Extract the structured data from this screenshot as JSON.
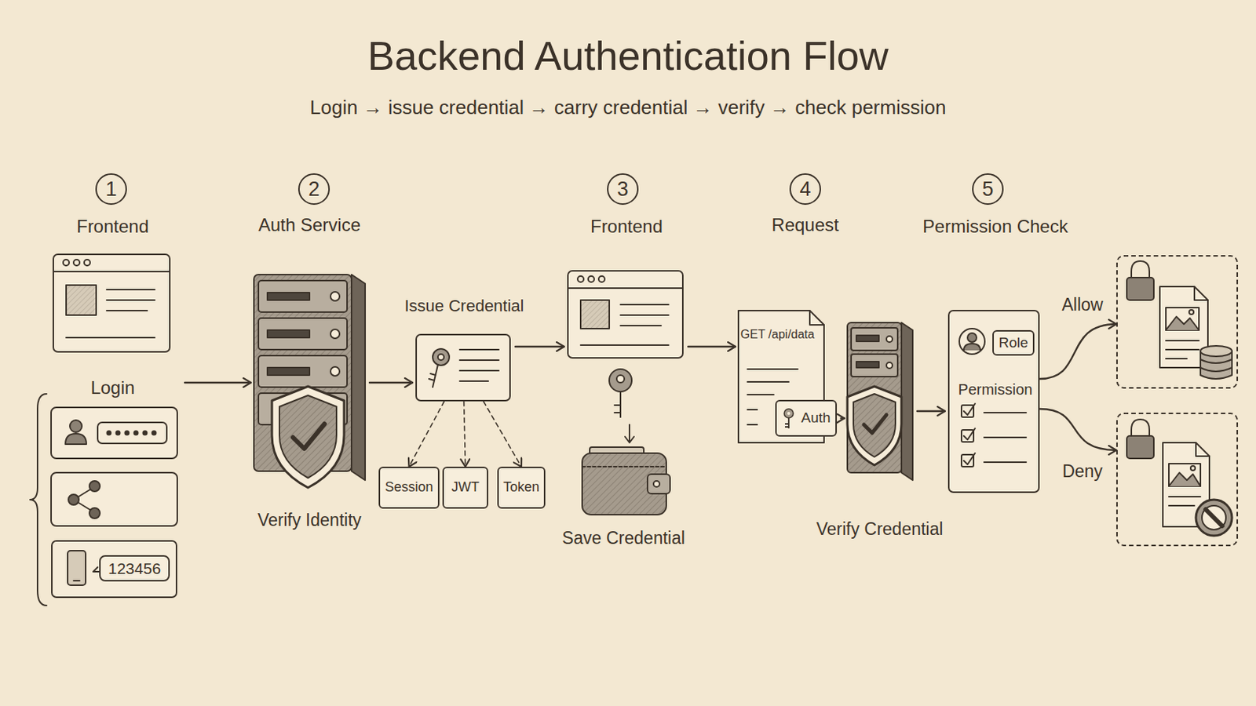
{
  "diagram": {
    "title": "Backend Authentication Flow",
    "nodes": [
      {
        "text": [
          "1"
        ]
      },
      {
        "text": [
          "Frontend"
        ]
      },
      {
        "text": [
          "Login"
        ]
      },
      {
        "text": [
          "123456"
        ],
        "in": 2
      },
      {
        "text": [
          "2"
        ]
      },
      {
        "text": [
          "Auth Service",
          "Verify Identity"
        ]
      },
      {
        "text": [
          "Issue Credential"
        ]
      },
      {
        "text": [
          "Session"
        ]
      },
      {
        "text": [
          "JWT"
        ]
      },
      {
        "text": [
          "Token"
        ]
      },
      {
        "text": [
          "3"
        ]
      },
      {
        "text": [
          "Frontend"
        ]
      },
      {
        "text": [
          "4"
        ]
      },
      {
        "text": [
          "GET /api/data"
        ]
      },
      {
        "text": [
          "Auth"
        ],
        "in": 13
      },
      {
        "text": [
          "Verify Credential"
        ]
      },
      {
        "text": [
          "5"
        ]
      },
      {
        "text": [
          "Permission Check",
          "Permission"
        ]
      },
      {
        "text": [
          "Role"
        ],
        "in": 17
      },
      {
        "text": []
      },
      {
        "text": []
      }
    ],
    "edges": [
      {
        "from": 2,
        "to": 5,
        "arrow": "to"
      },
      {
        "from": 5,
        "to": 6,
        "arrow": "to"
      },
      {
        "from": 6,
        "to": 7,
        "arrow": "to"
      },
      {
        "from": 6,
        "to": 8,
        "arrow": "to"
      },
      {
        "from": 6,
        "to": 9,
        "arrow": "to"
      },
      {
        "from": 6,
        "to": 11,
        "arrow": "to"
      },
      {
        "from": 11,
        "to": 13,
        "arrow": "to"
      },
      {
        "from": 14,
        "to": 15,
        "arrow": "to"
      },
      {
        "from": 15,
        "to": 17,
        "arrow": "to"
      },
      {
        "from": 17,
        "to": 19,
        "label": "Allow",
        "arrow": "to"
      },
      {
        "from": 17,
        "to": 20,
        "label": "Deny",
        "arrow": "to"
      }
    ],
    "labels": [
      "Login → issue credential → carry credential → verify → check permission",
      "Save Credential",
      "Request"
    ]
  }
}
